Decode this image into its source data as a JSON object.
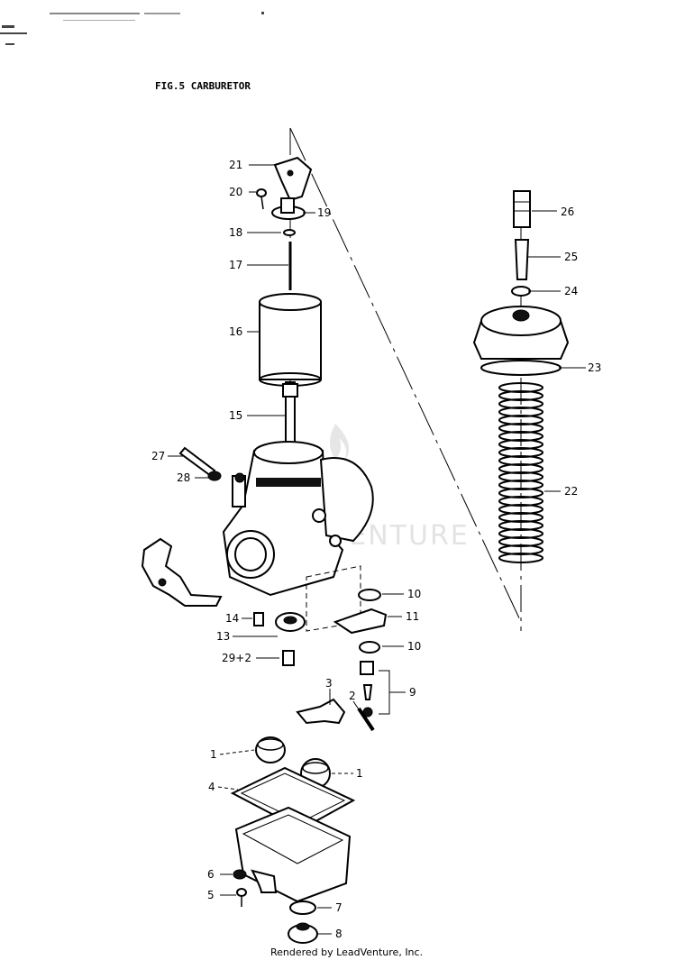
{
  "figure": {
    "title": "FIG.5  CARBURETOR",
    "credit": "Rendered by LeadVenture, Inc.",
    "watermark": "LEADVENTURE"
  },
  "callouts": [
    {
      "id": "21",
      "text": "21"
    },
    {
      "id": "20",
      "text": "20"
    },
    {
      "id": "19",
      "text": "19"
    },
    {
      "id": "18",
      "text": "18"
    },
    {
      "id": "17",
      "text": "17"
    },
    {
      "id": "16",
      "text": "16"
    },
    {
      "id": "15",
      "text": "15"
    },
    {
      "id": "27",
      "text": "27"
    },
    {
      "id": "28",
      "text": "28"
    },
    {
      "id": "26",
      "text": "26"
    },
    {
      "id": "25",
      "text": "25"
    },
    {
      "id": "24",
      "text": "24"
    },
    {
      "id": "23",
      "text": "23"
    },
    {
      "id": "22",
      "text": "22"
    },
    {
      "id": "10a",
      "text": "10"
    },
    {
      "id": "11",
      "text": "11"
    },
    {
      "id": "10b",
      "text": "10"
    },
    {
      "id": "14",
      "text": "14"
    },
    {
      "id": "13",
      "text": "13"
    },
    {
      "id": "2912",
      "text": "29+2"
    },
    {
      "id": "9",
      "text": "9"
    },
    {
      "id": "3",
      "text": "3"
    },
    {
      "id": "2",
      "text": "2"
    },
    {
      "id": "1a",
      "text": "1"
    },
    {
      "id": "1b",
      "text": "1"
    },
    {
      "id": "4",
      "text": "4"
    },
    {
      "id": "6",
      "text": "6"
    },
    {
      "id": "5",
      "text": "5"
    },
    {
      "id": "7",
      "text": "7"
    },
    {
      "id": "8",
      "text": "8"
    }
  ]
}
